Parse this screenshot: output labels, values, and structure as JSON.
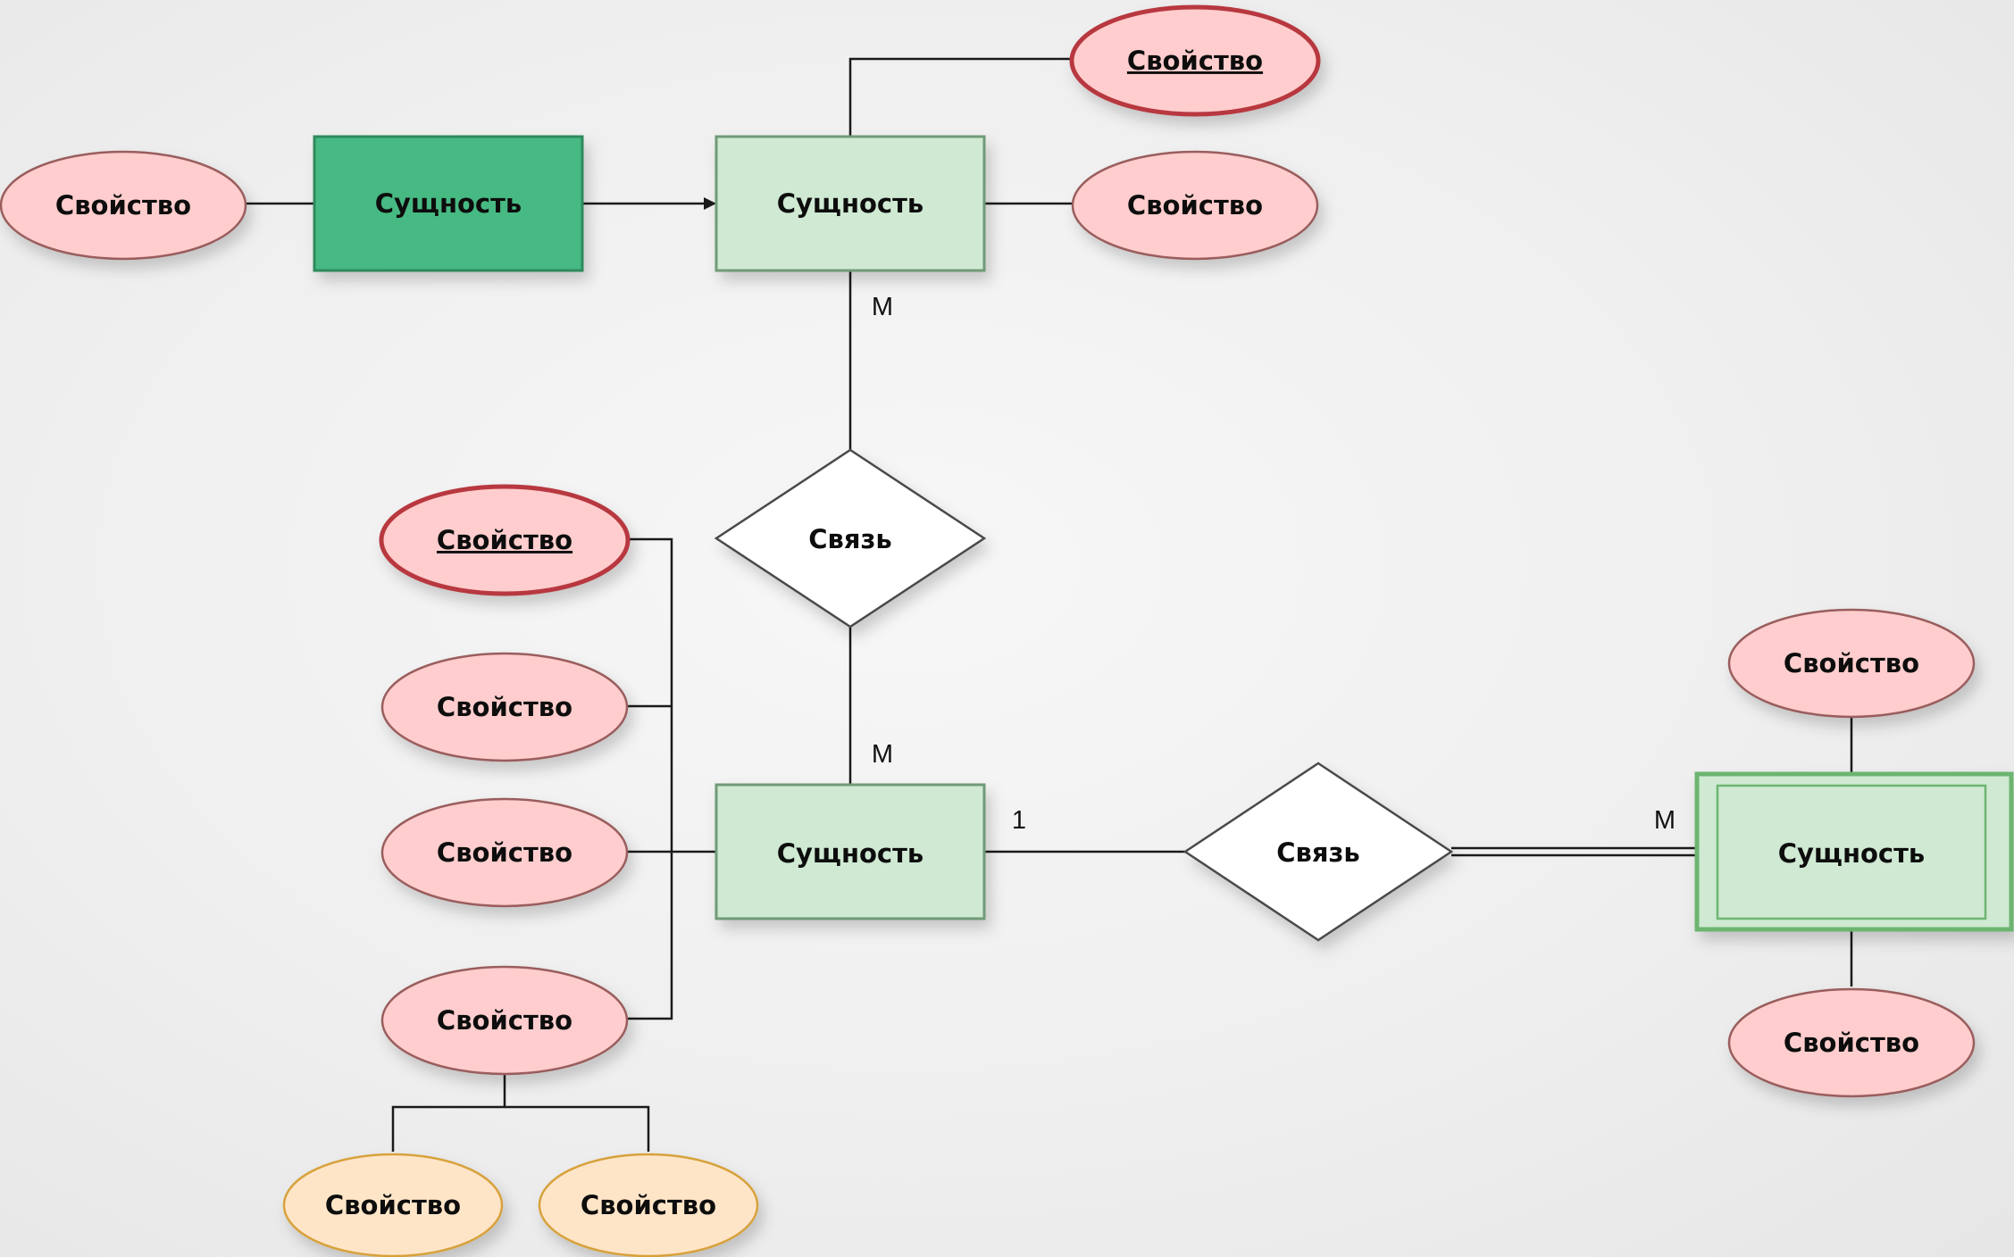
{
  "colors": {
    "entity_fill": "#cfe9d3",
    "entity_stroke": "#6f9a77",
    "strong_entity_fill": "#46b982",
    "strong_entity_stroke": "#2e8a5c",
    "weak_entity_stroke": "#6cb56f",
    "attribute_fill": "#ffcdcd",
    "attribute_stroke": "#9a5d5d",
    "key_attribute_stroke": "#b8393f",
    "sub_attribute_fill": "#ffe5c8",
    "sub_attribute_stroke": "#d7a23d",
    "relationship_fill": "#ffffff",
    "line": "#1a1a1a"
  },
  "entities": [
    {
      "id": "entity-1",
      "label": "Сущность"
    },
    {
      "id": "entity-2",
      "label": "Сущность"
    },
    {
      "id": "entity-3",
      "label": "Сущность"
    },
    {
      "id": "entity-4",
      "label": "Сущность"
    }
  ],
  "relationships": [
    {
      "id": "relationship-1",
      "label": "Связь"
    },
    {
      "id": "relationship-2",
      "label": "Связь"
    }
  ],
  "attributes": [
    {
      "id": "attr-1",
      "label": "Свойство",
      "key": false
    },
    {
      "id": "attr-2",
      "label": "Свойство",
      "key": true
    },
    {
      "id": "attr-3",
      "label": "Свойство",
      "key": false
    },
    {
      "id": "attr-4",
      "label": "Свойство",
      "key": true
    },
    {
      "id": "attr-5",
      "label": "Свойство",
      "key": false
    },
    {
      "id": "attr-6",
      "label": "Свойство",
      "key": false
    },
    {
      "id": "attr-7",
      "label": "Свойство",
      "key": false
    },
    {
      "id": "attr-8",
      "label": "Свойство",
      "key": false
    },
    {
      "id": "attr-9",
      "label": "Свойство",
      "key": false
    },
    {
      "id": "attr-10",
      "label": "Свойство",
      "key": false
    },
    {
      "id": "attr-11",
      "label": "Свойство",
      "key": false
    }
  ],
  "cardinalities": {
    "c1": "M",
    "c2": "M",
    "c3": "1",
    "c4": "M"
  }
}
